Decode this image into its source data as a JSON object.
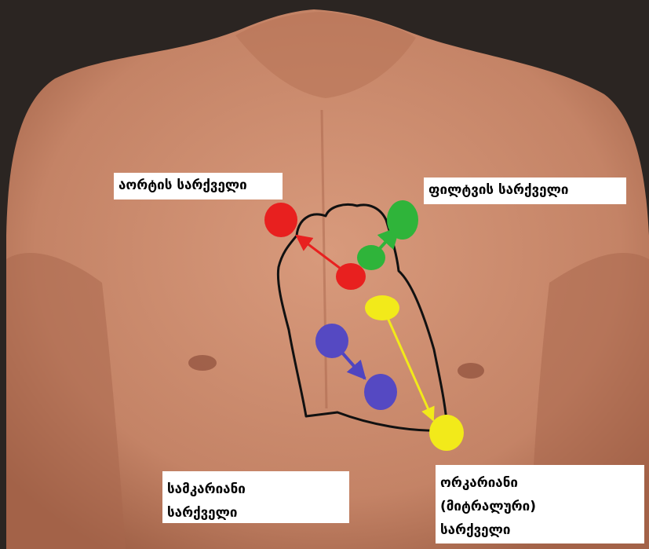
{
  "labels": {
    "aortic": "აორტის სარქველი",
    "pulmonary": "ფილტვის სარქველი",
    "tricuspid": [
      "სამკარიანი",
      "სარქველი"
    ],
    "mitral": [
      "ორკარიანი",
      "(მიტრალური)",
      "სარქველი"
    ]
  },
  "colors": {
    "background": "#2b2522",
    "skin": "#c98a6e",
    "skin_shadow": "#a9664c",
    "heart_outline": "#111111",
    "aortic": "#e8201f",
    "pulmonary": "#2fb43a",
    "tricuspid": "#5549c2",
    "mitral": "#f2ea1a"
  },
  "markers": [
    "aortic",
    "pulmonary",
    "tricuspid",
    "mitral"
  ]
}
